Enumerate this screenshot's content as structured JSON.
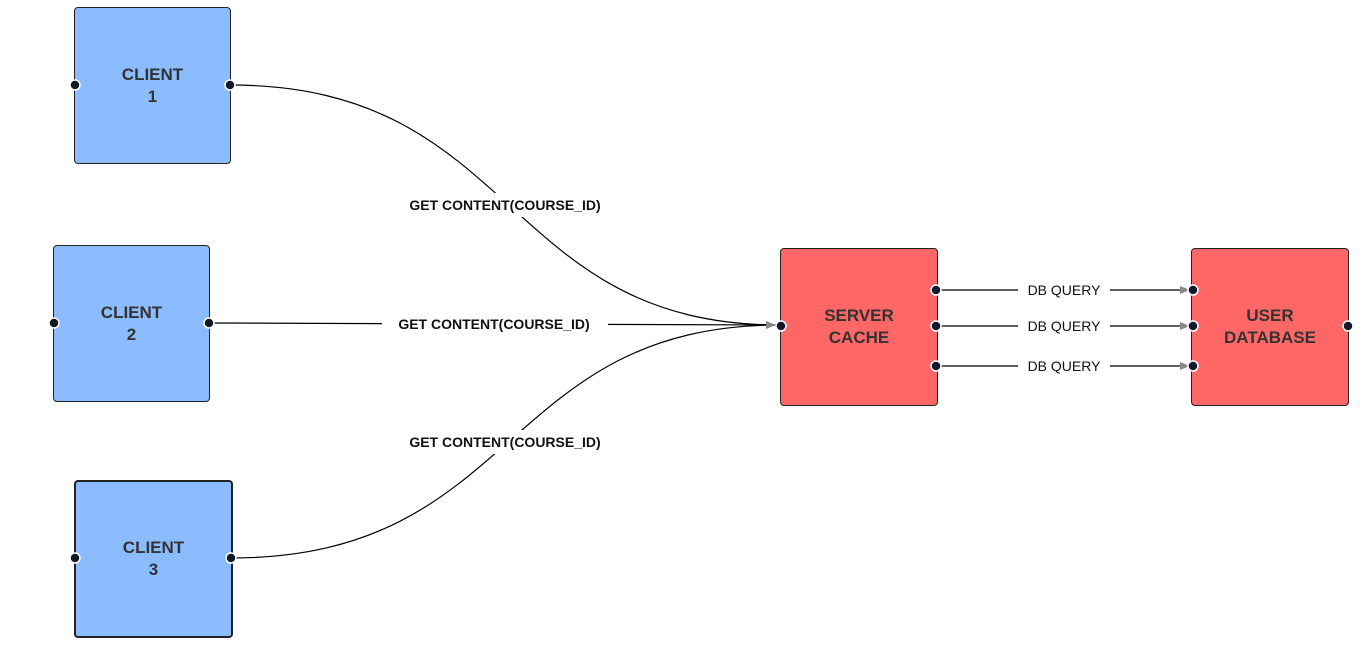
{
  "nodes": {
    "client1": {
      "line1": "CLIENT",
      "line2": "1"
    },
    "client2": {
      "line1": "CLIENT",
      "line2": "2"
    },
    "client3": {
      "line1": "CLIENT",
      "line2": "3"
    },
    "server_cache": {
      "line1": "SERVER",
      "line2": "CACHE"
    },
    "user_database": {
      "line1": "USER",
      "line2": "DATABASE"
    }
  },
  "edges": {
    "client1_to_cache": "GET CONTENT(COURSE_ID)",
    "client2_to_cache": "GET CONTENT(COURSE_ID)",
    "client3_to_cache": "GET CONTENT(COURSE_ID)",
    "cache_to_db_1": "DB QUERY",
    "cache_to_db_2": "DB QUERY",
    "cache_to_db_3": "DB QUERY"
  },
  "colors": {
    "client_fill": "#8bbcff",
    "server_fill": "#ff6666",
    "port_fill": "#111827"
  }
}
